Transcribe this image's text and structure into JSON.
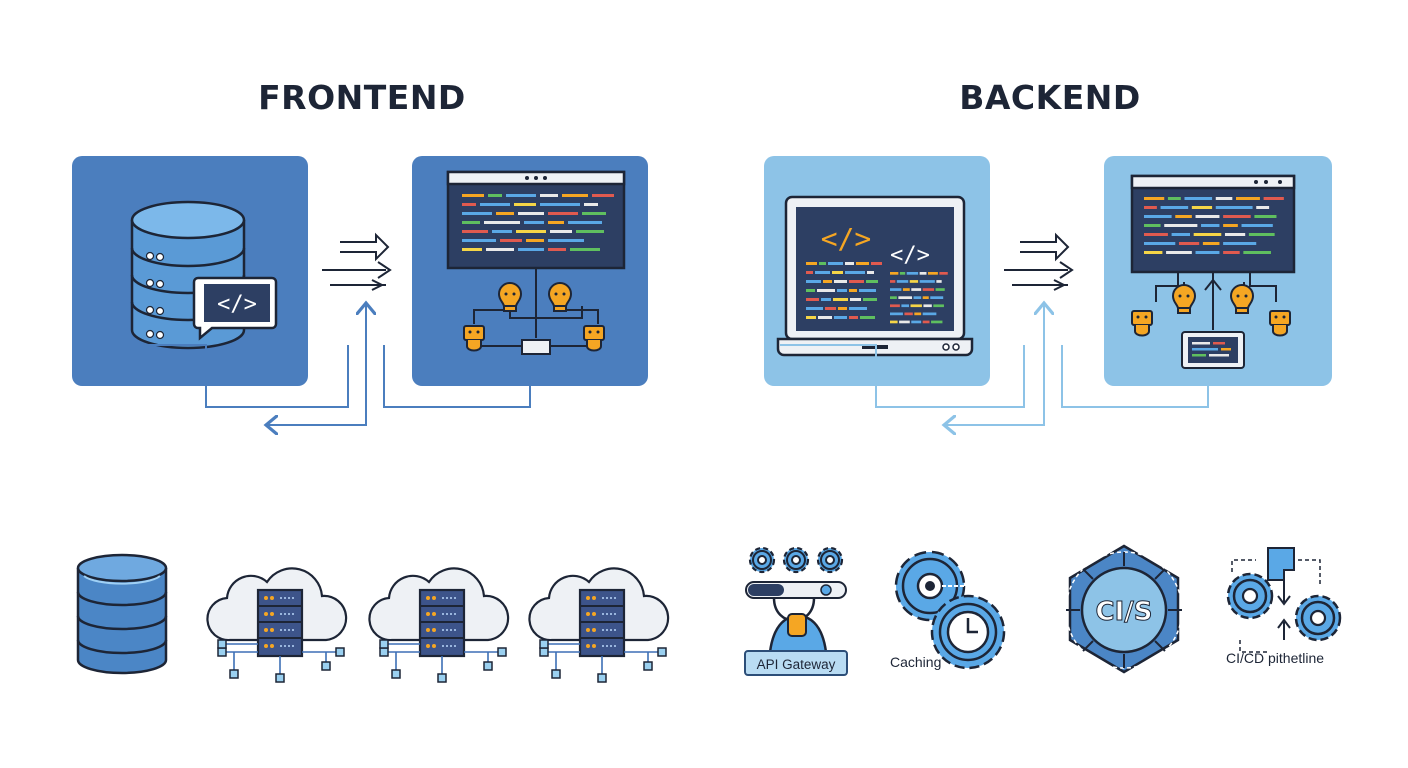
{
  "sections": {
    "frontend": {
      "title": "FRONTEND"
    },
    "backend": {
      "title": "BACKEND"
    }
  },
  "code_symbol": "</>",
  "ci_badge": "CI/S",
  "labels": {
    "api_gateway": "API Gateway",
    "caching": "Caching",
    "cicd": "CI/CD pithetline"
  },
  "colors": {
    "frontend_panel": "#4b7ebe",
    "backend_panel": "#8dc3e7",
    "dark_navy": "#1d2536",
    "screen": "#2d3f63",
    "accent_orange": "#f5a623"
  },
  "icons": [
    "database-icon",
    "code-bubble-icon",
    "arrow-icon",
    "code-window-icon",
    "lightbulb-icon",
    "laptop-icon",
    "cloud-server-icon",
    "gear-icon",
    "clock-icon",
    "hexagon-icon"
  ]
}
